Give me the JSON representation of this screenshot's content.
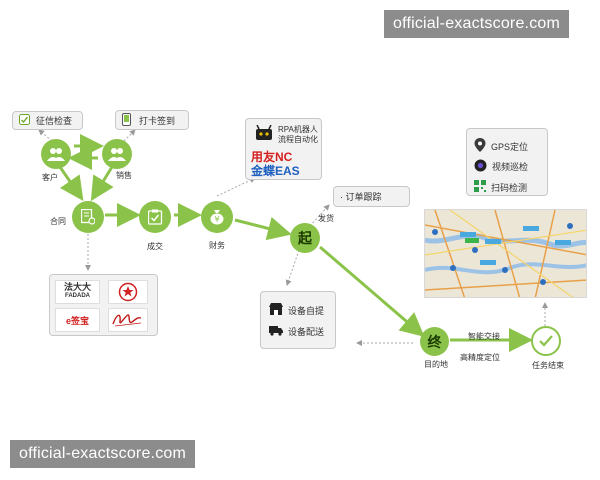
{
  "watermark_top": "official-exactscore.com",
  "watermark_bottom": "official-exactscore.com",
  "boxes": {
    "credit_check": "征信检查",
    "check_in": "打卡签到",
    "rpa_line1": "RPA机器人",
    "rpa_line2": "流程自动化",
    "order_track": "· 订单跟踪",
    "device_pickup": "设备自提",
    "device_delivery": "设备配送",
    "gps": "GPS定位",
    "video": "视频巡检",
    "scan": "扫码检测"
  },
  "nodes": {
    "customer": "客户",
    "sales": "销售",
    "contract": "合同",
    "deal": "成交",
    "finance": "财务",
    "start": "起",
    "ship": "发货",
    "end": "终",
    "destination": "目的地",
    "smart_handover": "智能交接",
    "precise_location": "高精度定位",
    "task_end": "任务结束"
  },
  "logos": {
    "yonyou": "用友NC",
    "kingdee": "金蝶EAS",
    "fadada_cn": "法大大",
    "fadada_en": "FADADA",
    "esign": "e签宝"
  },
  "colors": {
    "accent": "#8bc34a",
    "accent_dark": "#6aa52e",
    "box_bg": "#f2f2f2",
    "watermark": "#8c8c8c"
  }
}
